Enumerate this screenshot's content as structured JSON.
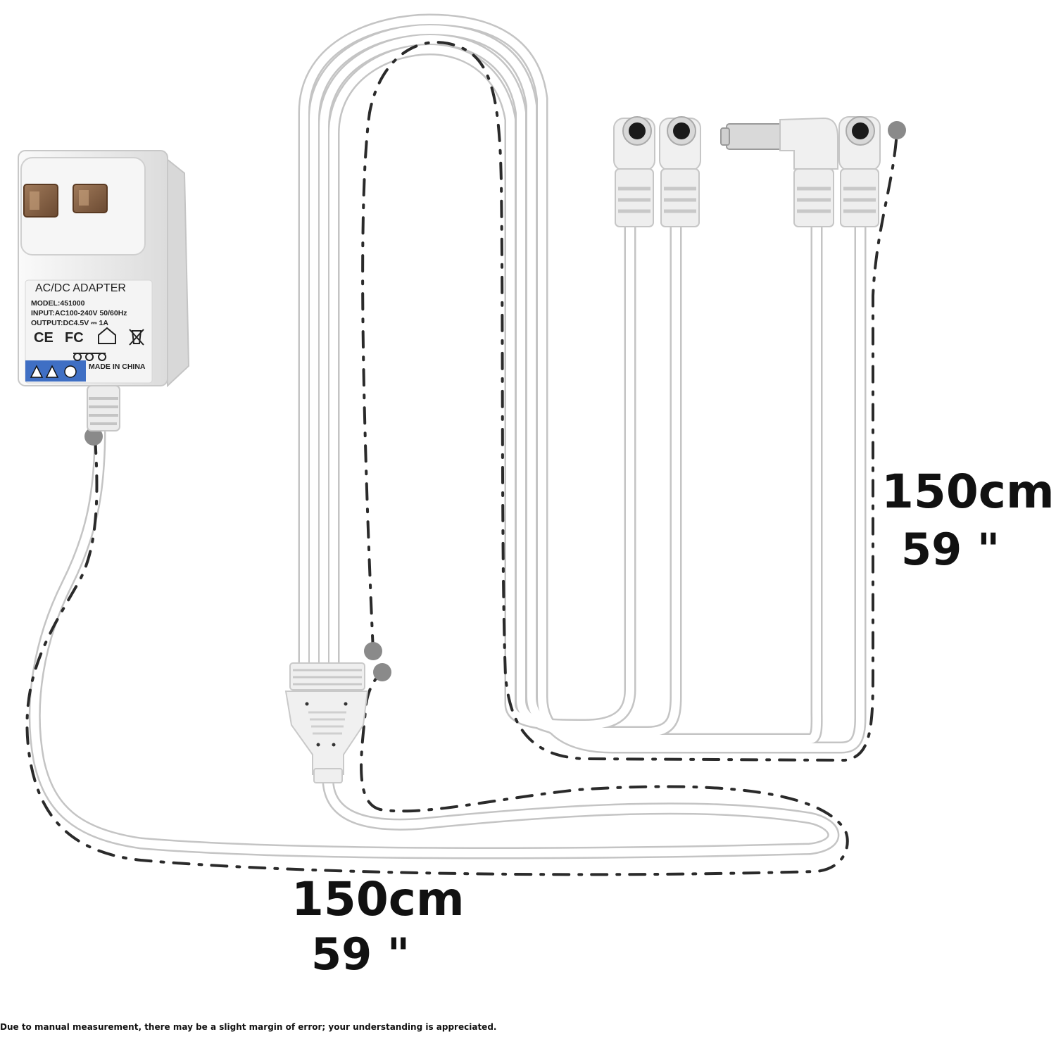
{
  "adapter": {
    "title": "AC/DC ADAPTER",
    "model": "MODEL:451000",
    "input": "INPUT:AC100-240V 50/60Hz",
    "output": "OUTPUT:DC4.5V ⎓ 1A",
    "marks": [
      "CE",
      "FC"
    ],
    "origin": "MADE IN CHINA"
  },
  "measurements": {
    "splitter_length_cm": "150cm",
    "splitter_length_in": "59 \"",
    "main_cable_length_cm": "150cm",
    "main_cable_length_in": "59 \""
  },
  "disclaimer": "Due to manual measurement, there may be a slight margin of error; your understanding is appreciated.",
  "colors": {
    "cable": "#ffffff",
    "cable_outline": "#c9c9c9",
    "dashed_line": "#2a2a2a",
    "marker_dot": "#8a8a8a",
    "adapter_body": "#f2f2f2",
    "warning_band": "#3f6fc4"
  },
  "icons": [
    "wall-plug-prongs",
    "dc-plug-connector",
    "right-angle-dc-jack",
    "splitter-hub",
    "marker-dot"
  ]
}
